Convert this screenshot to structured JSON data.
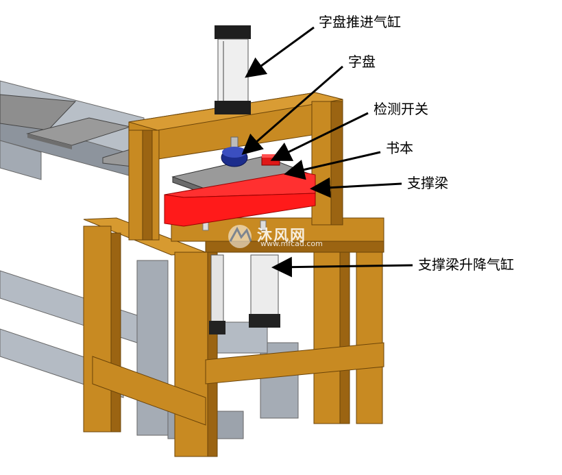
{
  "labels": {
    "dial_push_cylinder": "字盘推进气缸",
    "dial": "字盘",
    "detection_switch": "检测开关",
    "book": "书本",
    "support_beam": "支撑梁",
    "support_beam_lift_cylinder": "支撑梁升降气缸"
  },
  "watermark": {
    "text": "沐风网",
    "url": "www.mfcad.com"
  },
  "colors": {
    "frame": "#c88a22",
    "frame_dark": "#9b6412",
    "support_beam": "#ff1a1a",
    "conveyor": "#a9b0ba",
    "cylinder_body": "#e4e4e4",
    "dial": "#1c2d8c",
    "switch": "#e01818"
  }
}
